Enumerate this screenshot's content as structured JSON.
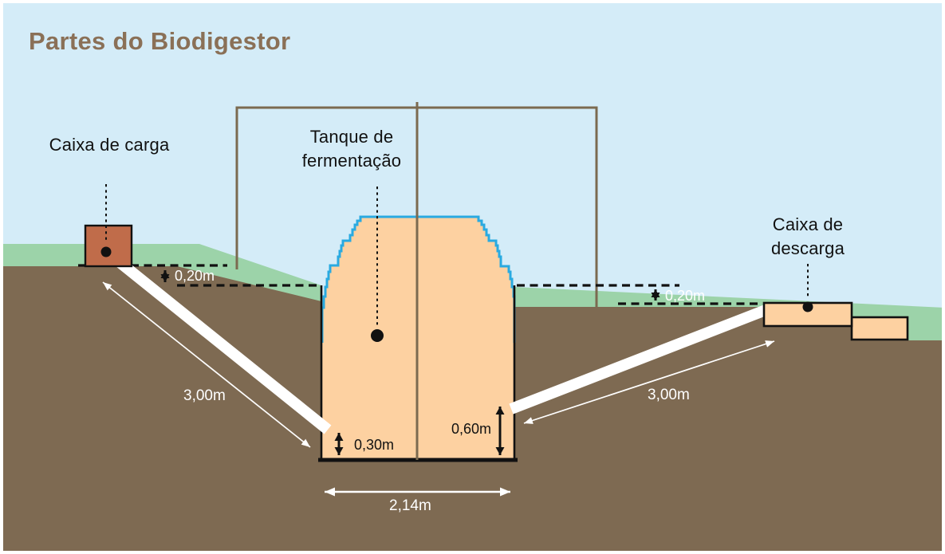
{
  "title": "Partes do Biodigestor",
  "diagram": {
    "parts": {
      "load_box": "Caixa de carga",
      "fermentation_tank": "Tanque de fermentação",
      "discharge_box": "Caixa de descarga"
    },
    "measurements": {
      "surface_depth_left": "0,20m",
      "surface_depth_right": "0,20m",
      "inlet_pipe_length": "3,00m",
      "outlet_pipe_length": "3,00m",
      "inlet_height": "0,30m",
      "outlet_height": "0,60m",
      "tank_width": "2,14m"
    },
    "colors": {
      "sky": "#d4ecf8",
      "grass": "#9cd3a9",
      "soil": "#7e6a52",
      "tank_fill": "#fdd1a1",
      "tank_outline": "#29aae1",
      "load_box_fill": "#c06c4a",
      "frame_line": "#7b6a50",
      "title_text": "#8a7057",
      "ink": "#111111",
      "paper": "#ffffff"
    }
  }
}
